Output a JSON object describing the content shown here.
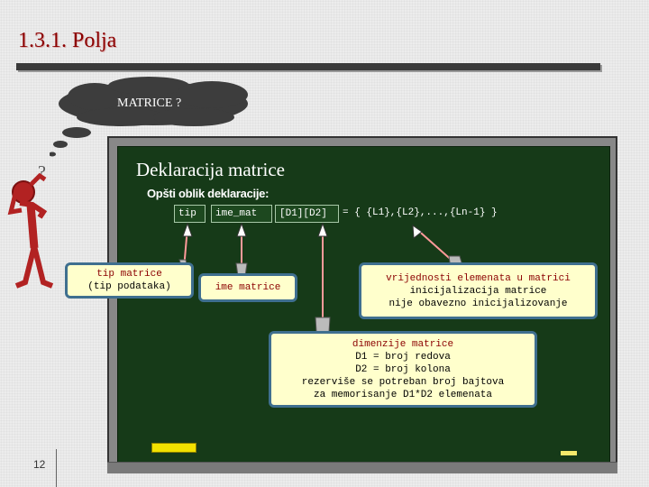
{
  "slide": {
    "title": "1.3.1. Polja",
    "page_number": "12"
  },
  "cloud": {
    "label": "MATRICE ?",
    "question_mark": "?"
  },
  "board": {
    "title": "Deklaracija matrice",
    "subtitle": "Opšti oblik deklaracije:",
    "declaration": {
      "tip": "tip",
      "ime_mat": "ime_mat",
      "dims": "[D1][D2]",
      "rest": "= { {L1},{L2},...,{Ln-1} }"
    },
    "callouts": {
      "tip": [
        "tip matrice",
        "(tip podataka)"
      ],
      "ime": [
        "ime matrice"
      ],
      "init": [
        "vrijednosti elemenata u matrici",
        "inicijalizacija matrice",
        "nije obavezno inicijalizovanje"
      ],
      "dims": [
        "dimenzije matrice",
        "D1 = broj redova",
        "D2 = broj kolona",
        "rezerviše se potreban broj bajtova",
        "za memorisanje D1*D2 elemenata"
      ]
    }
  },
  "colors": {
    "title": "#8b0000",
    "board": "#163a18",
    "callout_bg": "#ffffcc",
    "callout_border": "#3f6f8f",
    "chalk": "#f2e100"
  }
}
